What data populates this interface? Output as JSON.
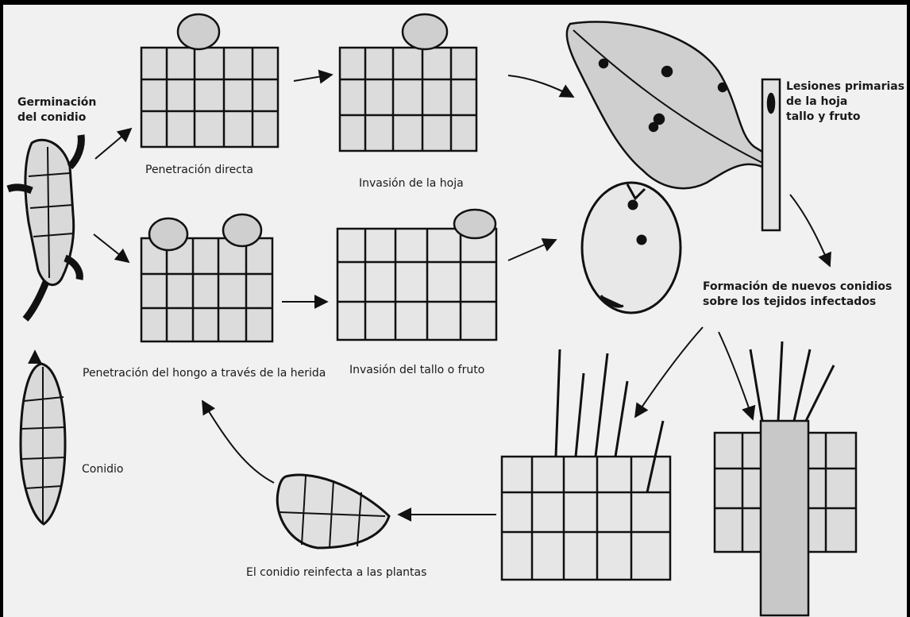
{
  "diagram": {
    "labels": {
      "germinacion": [
        "Germinación",
        "del conidio"
      ],
      "penetracion_directa": "Penetración directa",
      "invasion_hoja": "Invasión de la hoja",
      "lesiones": [
        "Lesiones primarias",
        "de la hoja",
        "tallo y fruto"
      ],
      "penetracion_herida": "Penetración del hongo a través de la herida",
      "invasion_tallo": "Invasión del tallo o fruto",
      "formacion": [
        "Formación de nuevos conidios",
        "sobre los tejidos infectados"
      ],
      "conidio": "Conidio",
      "reinfecta": "El conidio reinfecta a las plantas"
    }
  }
}
